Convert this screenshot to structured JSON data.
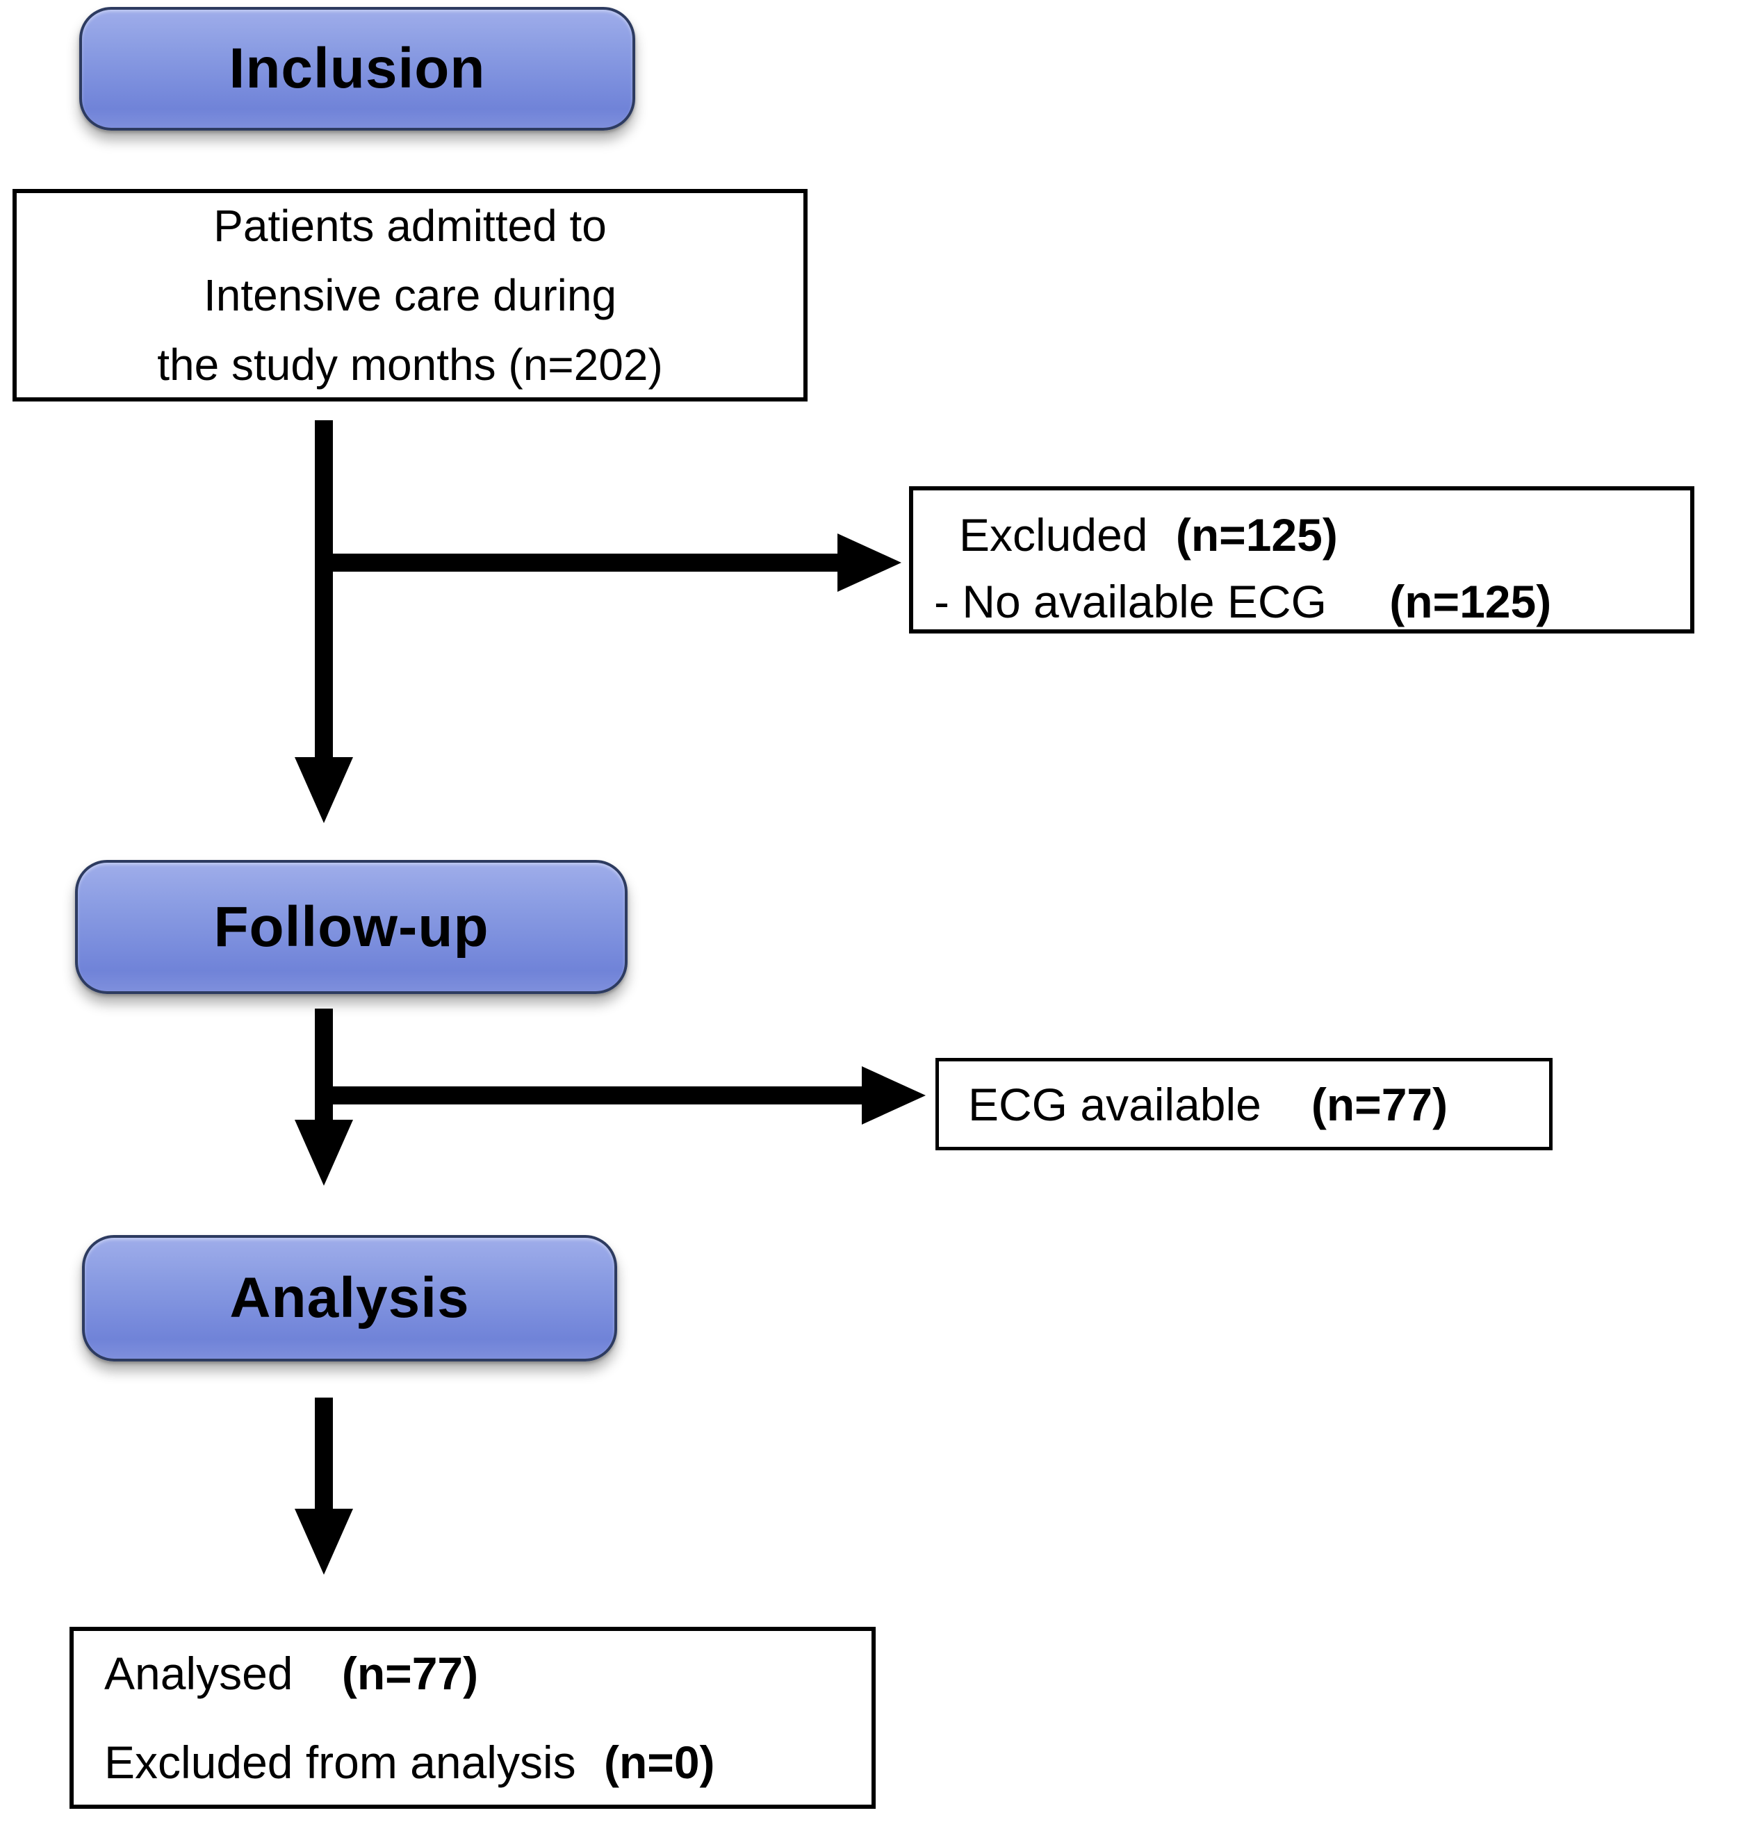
{
  "figure": {
    "type": "study-flow-diagram"
  },
  "colors": {
    "background": "#ffffff",
    "stage_fill_top": "#9fadea",
    "stage_fill_bottom": "#7083d8",
    "stage_border": "#2d3b60",
    "box_border": "#000000",
    "arrow": "#000000",
    "text": "#000000"
  },
  "stages": {
    "inclusion": "Inclusion",
    "followup": "Follow-up",
    "analysis": "Analysis"
  },
  "boxes": {
    "patients": {
      "line1": "Patients admitted to",
      "line2": "Intensive care during",
      "line3": "the study months (n=202)"
    },
    "excluded": {
      "title": "Excluded",
      "title_n": "(n=125)",
      "reason": "- No available ECG",
      "reason_n": "(n=125)"
    },
    "ecg_available": {
      "text": "ECG available",
      "n": "(n=77)"
    },
    "analysed": {
      "line1": "Analysed",
      "line1_n": "(n=77)",
      "line2": "Excluded from analysis",
      "line2_n": "(n=0)"
    }
  }
}
